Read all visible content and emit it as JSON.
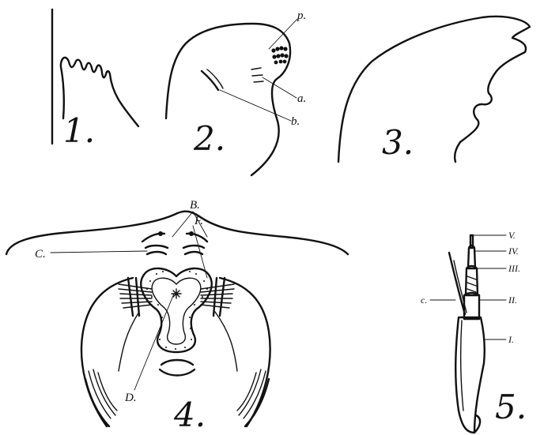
{
  "figures": {
    "fig1": {
      "number": "1."
    },
    "fig2": {
      "number": "2.",
      "labels": {
        "p": "p.",
        "a": "a.",
        "b": "b."
      }
    },
    "fig3": {
      "number": "3."
    },
    "fig4": {
      "number": "4.",
      "labels": {
        "B": "B.",
        "F": "F.",
        "C": "C.",
        "D": "D."
      }
    },
    "fig5": {
      "number": "5.",
      "labels": {
        "V": "V.",
        "IV": "IV.",
        "III": "III.",
        "II": "II.",
        "I": "I.",
        "c": "c."
      }
    }
  }
}
